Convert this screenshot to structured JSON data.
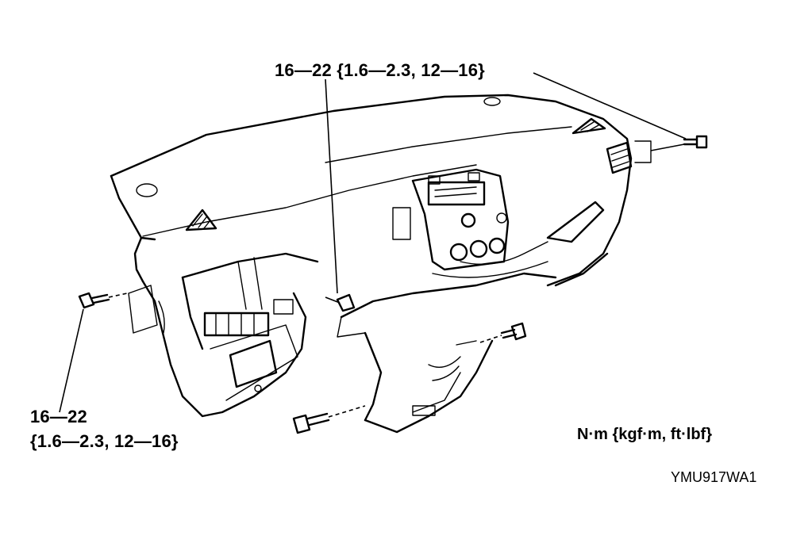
{
  "torque_callouts": {
    "top": {
      "value": "16—22 {1.6—2.3, 12—16}"
    },
    "left": {
      "line1": "16—22",
      "line2": "{1.6—2.3, 12—16}"
    }
  },
  "units_legend": "N·m {kgf·m, ft·lbf}",
  "figure_code": "YMU917WA1"
}
